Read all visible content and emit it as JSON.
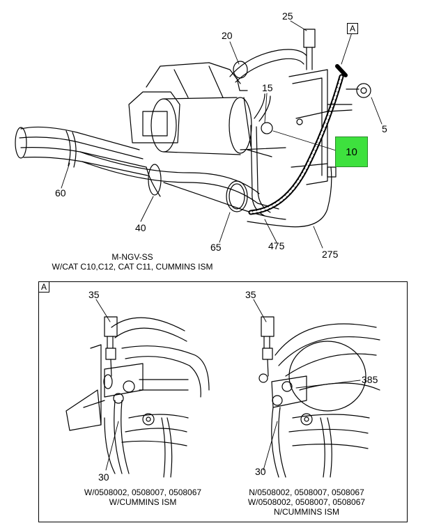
{
  "colors": {
    "highlight": "#3ee13e",
    "line": "#000000",
    "background": "#ffffff"
  },
  "top_view": {
    "callouts": {
      "c25": "25",
      "c20": "20",
      "c15": "15",
      "c5": "5",
      "c10": "10",
      "c60": "60",
      "c40": "40",
      "c65": "65",
      "c475": "475",
      "c275": "275"
    },
    "view_marker": "A",
    "caption_line1": "M-NGV-SS",
    "caption_line2": "W/CAT C10,C12, CAT C11, CUMMINS ISM"
  },
  "detail_view": {
    "marker": "A",
    "left": {
      "callouts": {
        "c35": "35",
        "c30": "30"
      },
      "caption_line1": "W/0508002, 0508007, 0508067",
      "caption_line2": "W/CUMMINS ISM"
    },
    "right": {
      "callouts": {
        "c35": "35",
        "c385": "385",
        "c30": "30"
      },
      "caption_line1": "N/0508002, 0508007, 0508067",
      "caption_line2": "W/0508002, 0508007, 0508067",
      "caption_line3": "N/CUMMINS ISM"
    }
  }
}
